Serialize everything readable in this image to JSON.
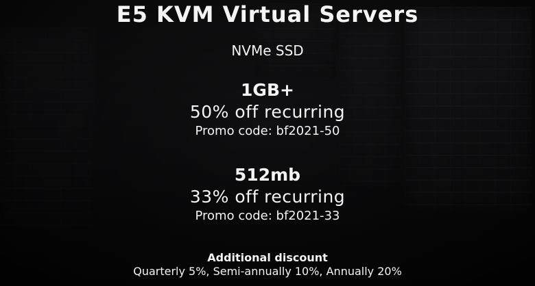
{
  "title": "E5 KVM Virtual Servers",
  "subtitle": "NVMe SSD",
  "offers": [
    {
      "tier": "1GB+",
      "discount": "50% off recurring",
      "promo": "Promo code: bf2021-50"
    },
    {
      "tier": "512mb",
      "discount": "33% off recurring",
      "promo": "Promo code: bf2021-33"
    }
  ],
  "additional": {
    "heading": "Additional discount",
    "text": "Quarterly 5%, Semi-annually 10%, Annually 20%"
  },
  "colors": {
    "background": "#0b0b0c",
    "text": "#f4f4f4"
  }
}
